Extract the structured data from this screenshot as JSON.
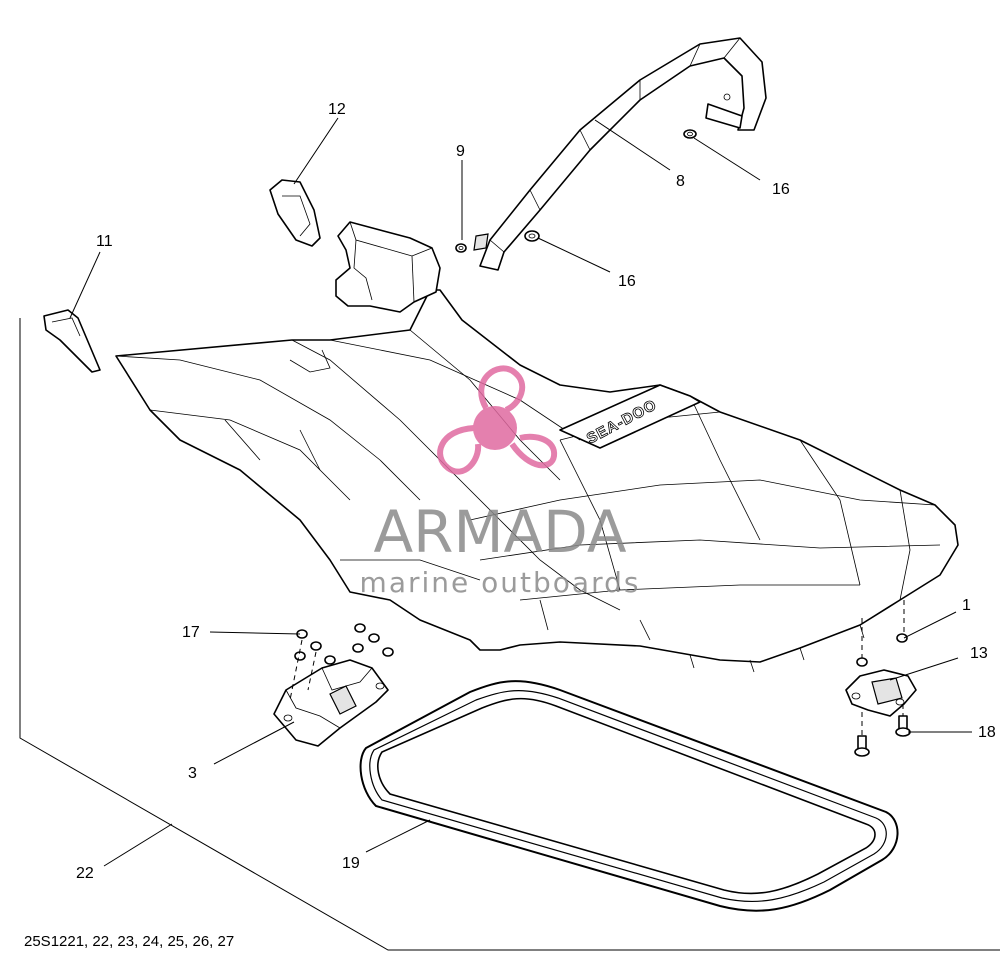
{
  "diagram_id": "25S1221, 22, 23, 24, 25, 26, 27",
  "watermark": {
    "brand": "ARMADA",
    "tagline": "marine outboards",
    "logo_color": "#e06aa0"
  },
  "emblem_text": "SEA-DOO",
  "callouts": [
    {
      "number": "1"
    },
    {
      "number": "3"
    },
    {
      "number": "8"
    },
    {
      "number": "9"
    },
    {
      "number": "11"
    },
    {
      "number": "12"
    },
    {
      "number": "13"
    },
    {
      "number": "16"
    },
    {
      "number": "16"
    },
    {
      "number": "17"
    },
    {
      "number": "18"
    },
    {
      "number": "19"
    },
    {
      "number": "22"
    }
  ]
}
